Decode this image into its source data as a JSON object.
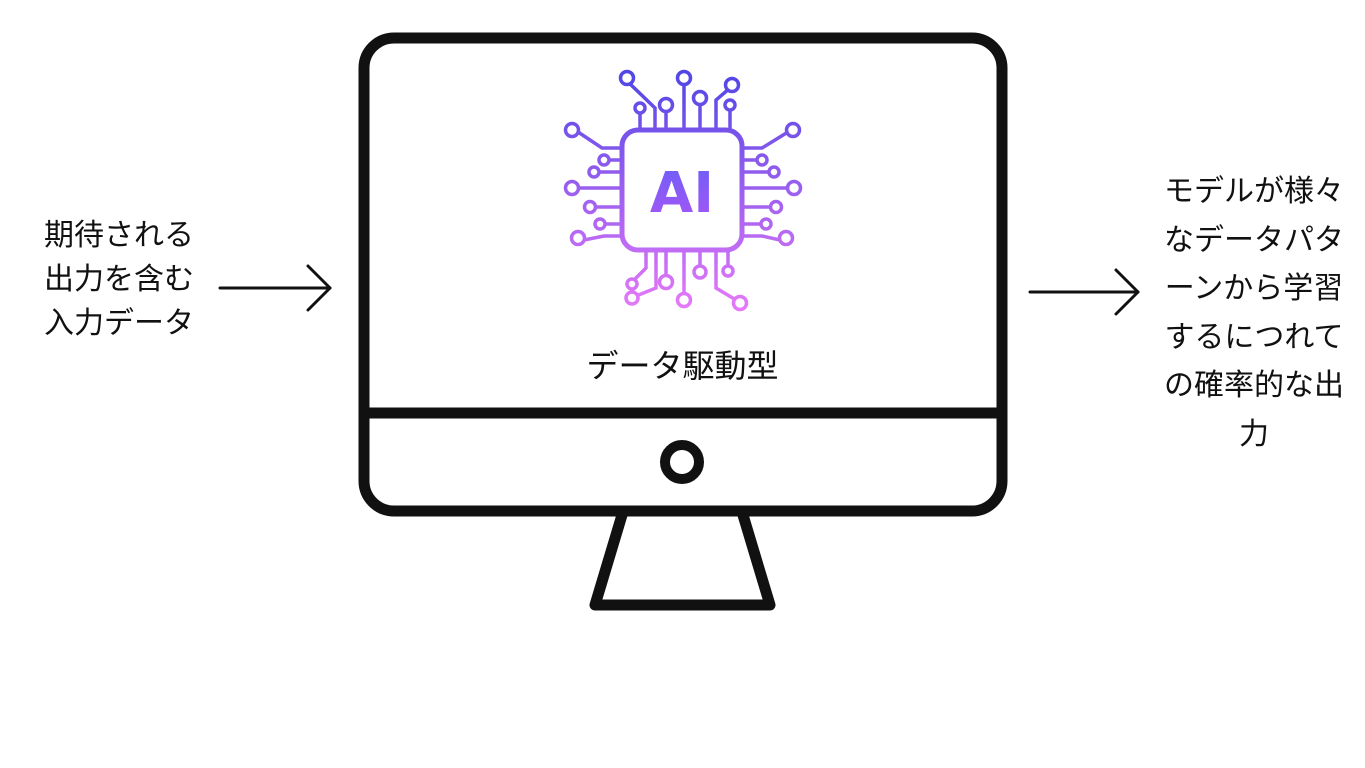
{
  "input_label": "期待される\n出力を含む\n入力データ",
  "output_label": "モデルが様々\nなデータパタ\nーンから学習\nするにつれて\nの確率的な出\n力",
  "monitor_caption": "データ駆動型",
  "chip_label": "AI",
  "colors": {
    "stroke": "#111111",
    "chip_gradient_top": "#4f46e5",
    "chip_gradient_bottom": "#e879f9"
  },
  "icons": [
    "monitor-icon",
    "ai-chip-icon",
    "arrow-right-icon"
  ]
}
